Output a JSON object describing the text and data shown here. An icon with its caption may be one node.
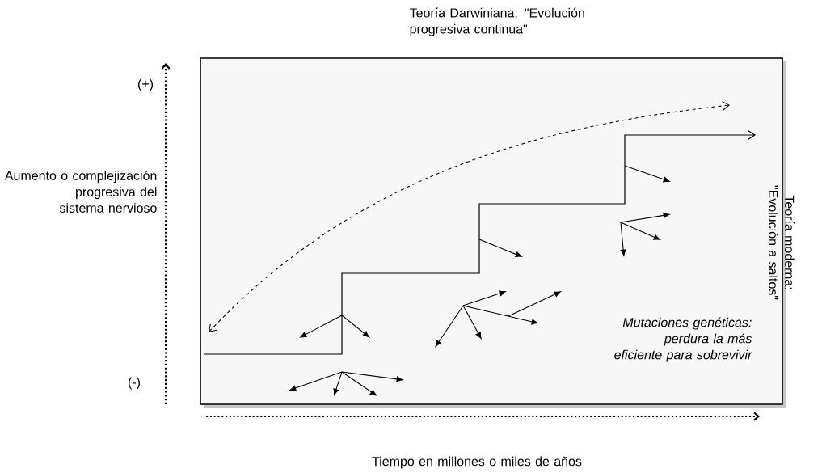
{
  "diagram": {
    "labels": [
      "Teoría Darwiniana: \"Evolución progresiva continua\"",
      "(+)",
      "Aumento o complejización progresiva del sistema nervioso",
      "Teoría moderna: \"Evolución a saltos\"",
      "Mutaciones genéticas: perdura la más eficiente para sobrevivir",
      "(-)",
      "Tiempo en millones o miles de años"
    ]
  }
}
